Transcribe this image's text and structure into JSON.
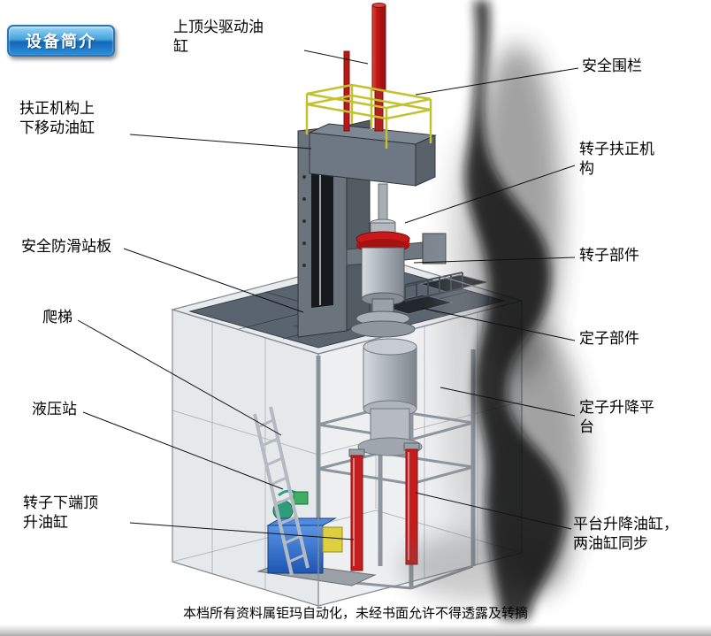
{
  "badge": {
    "label": "设备简介"
  },
  "callouts": {
    "top_drive_cylinder": {
      "label": "上顶尖驱动油缸"
    },
    "safety_fence": {
      "label": "安全围栏"
    },
    "centering_move_cylinder": {
      "label": "扶正机构上下移动油缸"
    },
    "rotor_centering_mechanism": {
      "label": "转子扶正机构"
    },
    "anti_slip_platform": {
      "label": "安全防滑站板"
    },
    "ladder": {
      "label": "爬梯"
    },
    "rotor_part": {
      "label": "转子部件"
    },
    "stator_part": {
      "label": "定子部件"
    },
    "hydraulic_station": {
      "label": "液压站"
    },
    "stator_lift_platform": {
      "label": "定子升降平台"
    },
    "rotor_bottom_jack_cylinder": {
      "label": "转子下端顶升油缸"
    },
    "platform_lift_cylinders": {
      "label": "平台升降油缸，两油缸同步"
    }
  },
  "footer": {
    "text": "本档所有资料属钜玛自动化，未经书面允许不得透露及转摘"
  },
  "colors": {
    "badge_blue": "#2b8fd9",
    "cylinder_red": "#c51d1d",
    "railing_yellow": "#c2c22e",
    "hydraulic_blue": "#2b6fd4",
    "platform_gray": "#5a646e"
  }
}
